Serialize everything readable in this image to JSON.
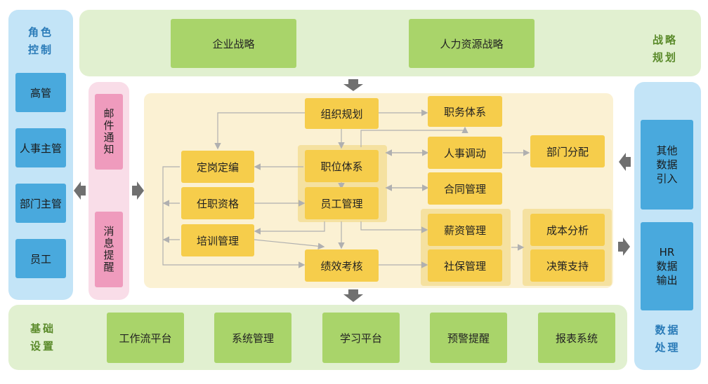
{
  "role_control": {
    "title_line1": "角色",
    "title_line2": "控制",
    "items": [
      "高管",
      "人事主管",
      "部门主管",
      "员工"
    ]
  },
  "strategy": {
    "title_line1": "战略",
    "title_line2": "规划",
    "items": [
      "企业战略",
      "人力资源战略"
    ]
  },
  "notify": {
    "mail": "邮件通知",
    "message": "消息提醒"
  },
  "core": {
    "org_plan": "组织规划",
    "duty_system": "职务体系",
    "position_system": "职位体系",
    "staff_mgmt": "员工管理",
    "transfer": "人事调动",
    "dept_assign": "部门分配",
    "contract": "合同管理",
    "headcount": "定岗定编",
    "qualification": "任职资格",
    "training": "培训管理",
    "performance": "绩效考核",
    "salary": "薪资管理",
    "social_security": "社保管理",
    "cost_analysis": "成本分析",
    "decision": "决策支持"
  },
  "data_processing": {
    "title_line1": "数据",
    "title_line2": "处理",
    "import_lines": [
      "其他",
      "数据",
      "引入"
    ],
    "export_lines": [
      "HR",
      "数据",
      "输出"
    ]
  },
  "basic_settings": {
    "title_line1": "基础",
    "title_line2": "设置",
    "items": [
      "工作流平台",
      "系统管理",
      "学习平台",
      "预警提醒",
      "报表系统"
    ]
  },
  "colors": {
    "green_panel": "#e1f0d0",
    "green_box": "#a9d46a",
    "green_title": "#5a8a2a",
    "blue_panel": "#c3e4f7",
    "blue_box": "#49a9dd",
    "pink_panel": "#f9dde8",
    "pink_box": "#ef9bbd",
    "core_panel": "#fbf1d3",
    "yellow_box": "#f6cd4b",
    "arrow_gray": "#707070"
  }
}
